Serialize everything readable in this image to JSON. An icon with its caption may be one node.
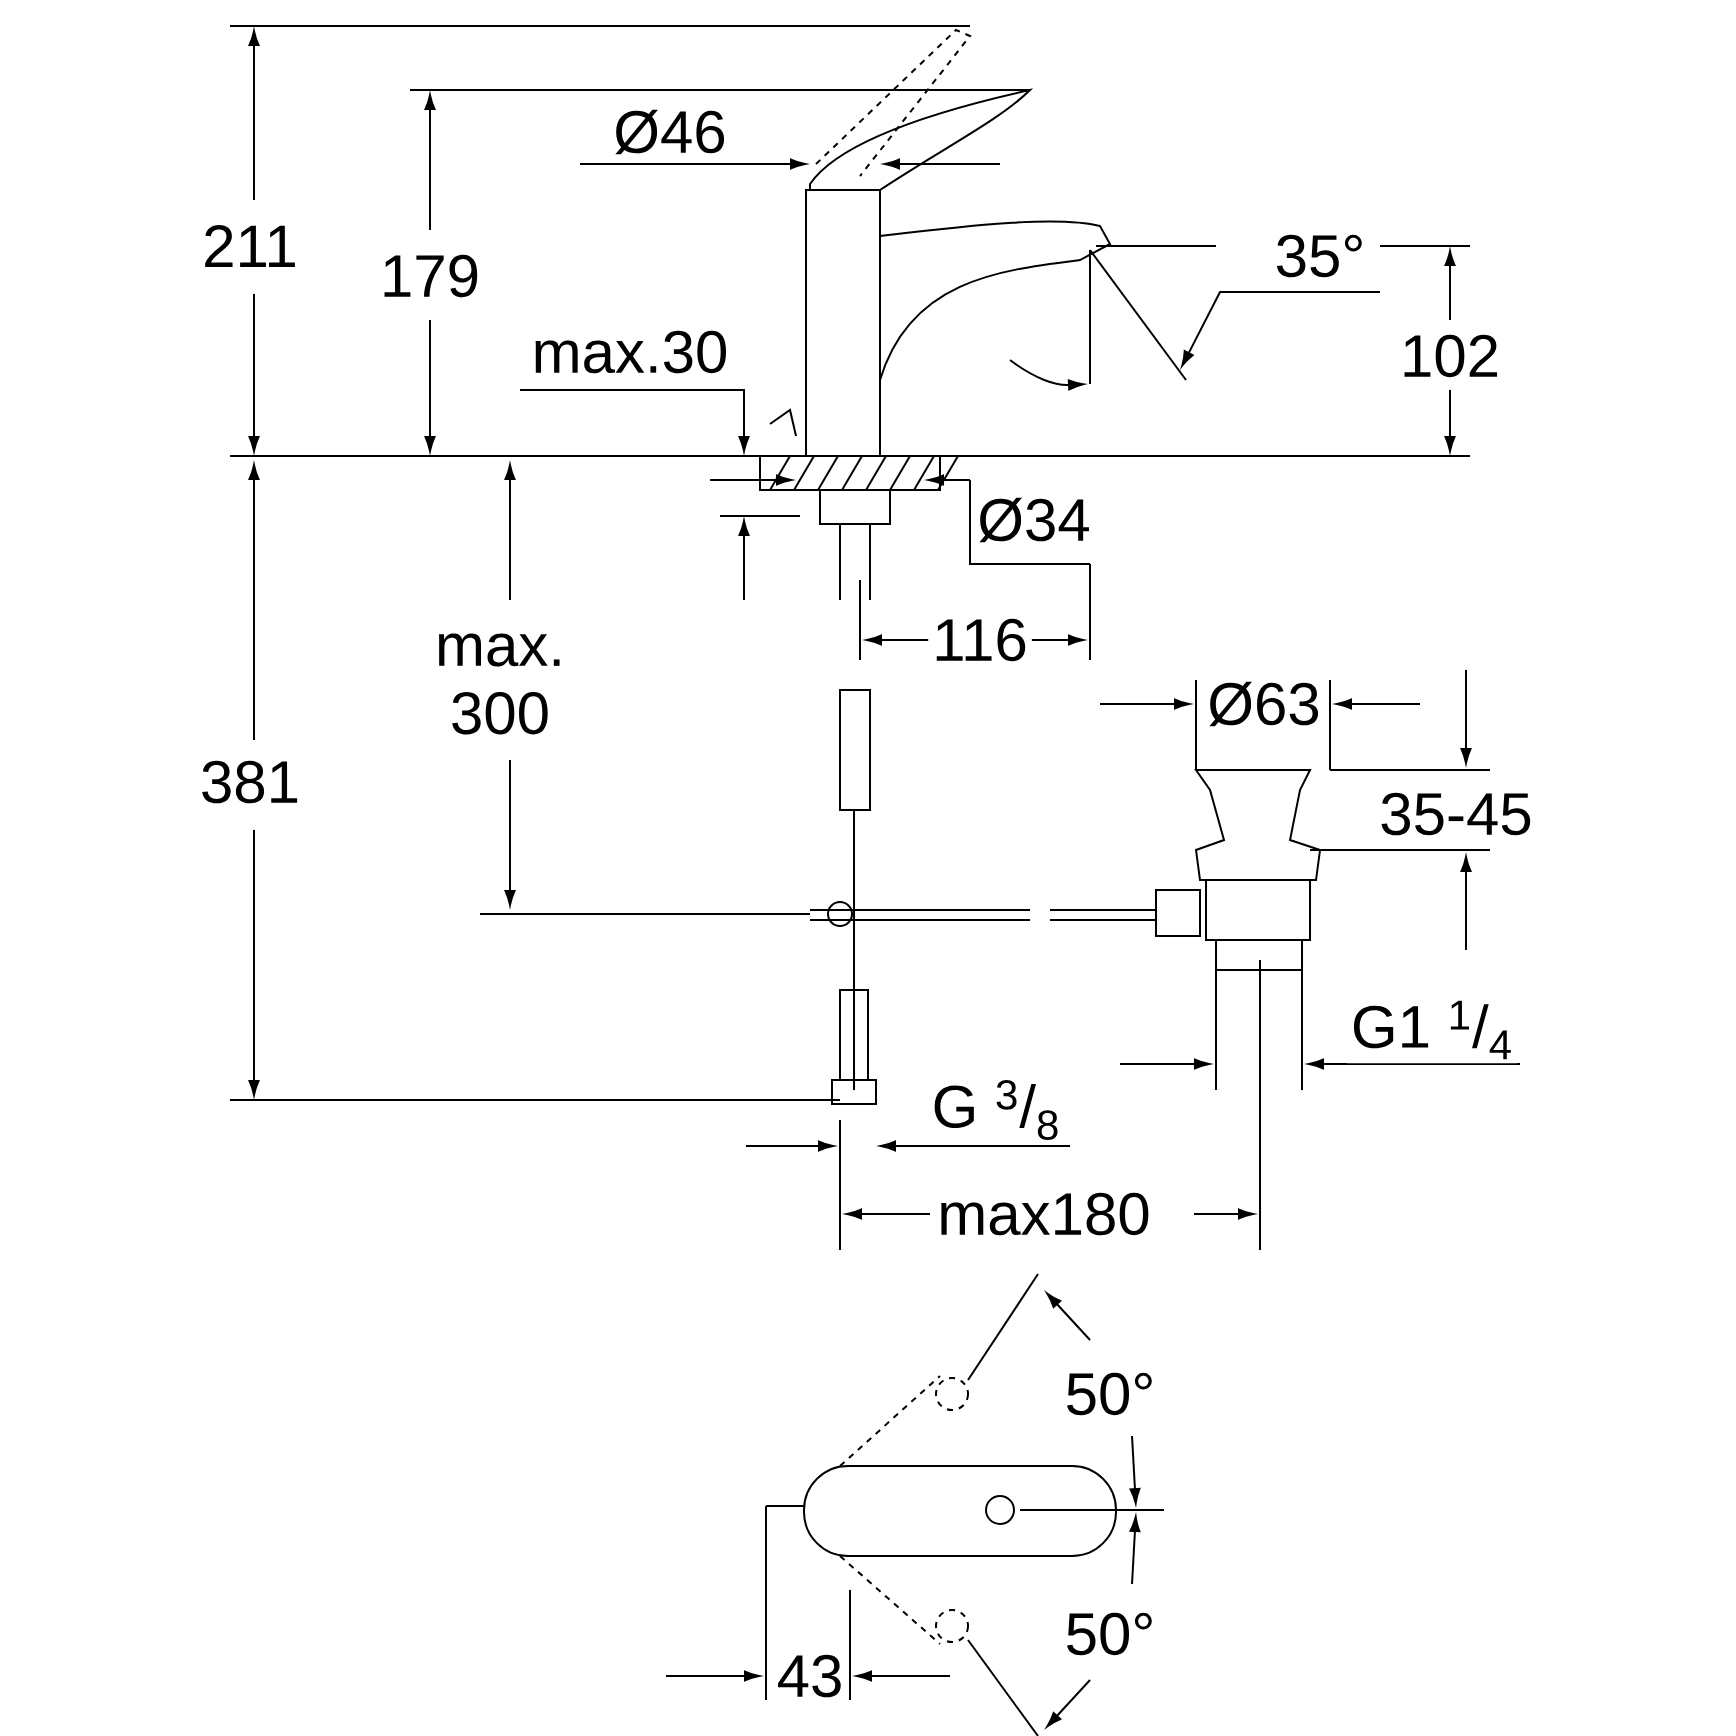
{
  "diagram": {
    "labels": [
      "211",
      "Ø46",
      "179",
      "35°",
      "max.30",
      "102",
      "Ø34",
      "max. 300",
      "116",
      "Ø63",
      "381",
      "35-45",
      "G1 $^{1}$/$_{4}$",
      "G $^{3}$/$_{8}$",
      "max180",
      "50°",
      "43",
      "50°"
    ]
  }
}
